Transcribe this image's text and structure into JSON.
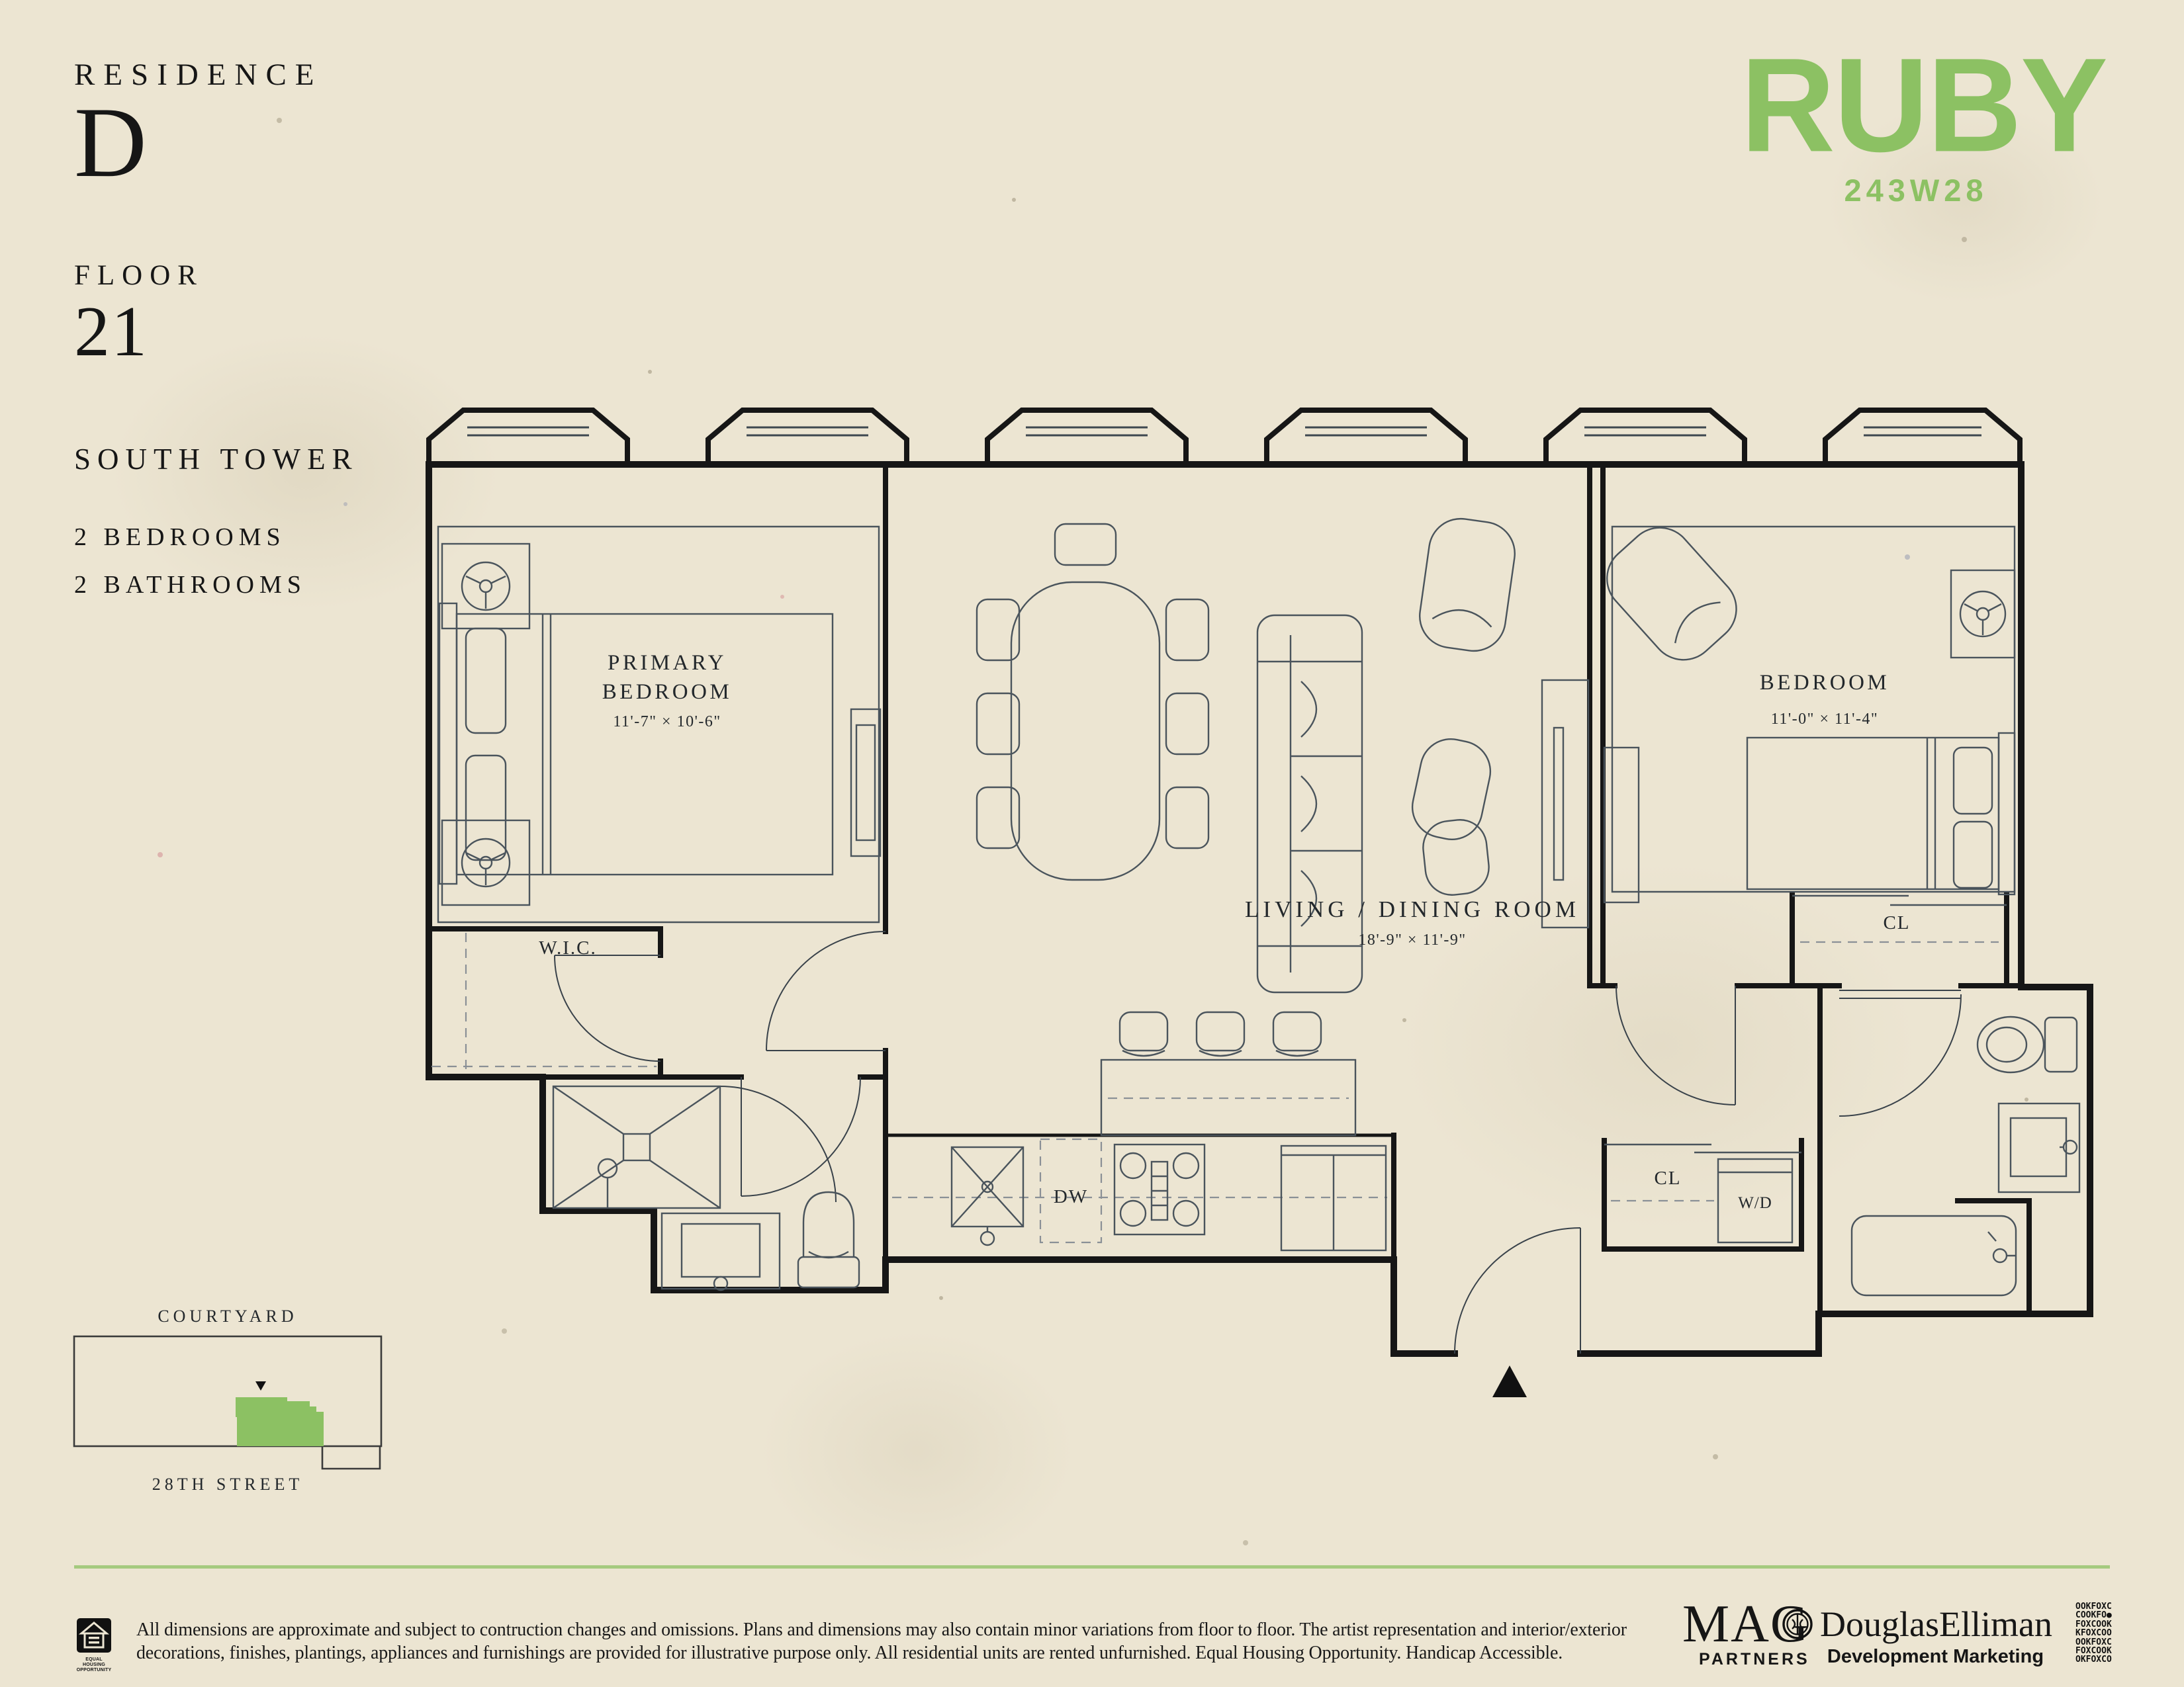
{
  "colors": {
    "paper": "#ECE5D2",
    "ink": "#161616",
    "line": "#4A545C",
    "green": "#8CC163",
    "rule": "#A5CA7F"
  },
  "unit": {
    "residence_label": "RESIDENCE",
    "residence_value": "D",
    "floor_label": "FLOOR",
    "floor_value": "21",
    "tower": "SOUTH TOWER",
    "bedrooms": "2 BEDROOMS",
    "bathrooms": "2 BATHROOMS"
  },
  "brand": {
    "name": "RUBY",
    "address": "243W28"
  },
  "floorplan": {
    "primary_bedroom": {
      "line1": "PRIMARY",
      "line2": "BEDROOM",
      "dims": "11'-7\" × 10'-6\""
    },
    "living_dining": {
      "name": "LIVING / DINING ROOM",
      "dims": "18'-9\" × 11'-9\""
    },
    "bedroom": {
      "name": "BEDROOM",
      "dims": "11'-0\" × 11'-4\""
    },
    "wic": "W.I.C.",
    "dishwasher": "DW",
    "closet_bedroom": "CL",
    "closet_entry": "CL",
    "washer_dryer": "W/D"
  },
  "sitemap": {
    "top_label": "COURTYARD",
    "bottom_label": "28TH STREET"
  },
  "footer": {
    "disclaimer_line1": "All dimensions are approximate and subject to contruction changes and omissions. Plans and dimensions may also contain minor variations from floor to floor. The artist representation and interior/exterior",
    "disclaimer_line2": "decorations, finishes, plantings, appliances and furnishings are provided for illustrative purpose only. All residential units are rented unfurnished. Equal Housing Opportunity. Handicap Accessible.",
    "equal_housing": {
      "line1": "EQUAL HOUSING",
      "line2": "OPPORTUNITY"
    },
    "mag": {
      "name": "MAG",
      "sub": "PARTNERS"
    },
    "elliman": {
      "name": "DouglasElliman",
      "sub": "Development Marketing"
    },
    "cookfox_rows": [
      "OOKFOXC",
      "COOKFO●",
      "FOXCOOK",
      "KFOXCOO",
      "OOKFOXC",
      "FOXCOOK",
      "OKFOXCO"
    ]
  }
}
